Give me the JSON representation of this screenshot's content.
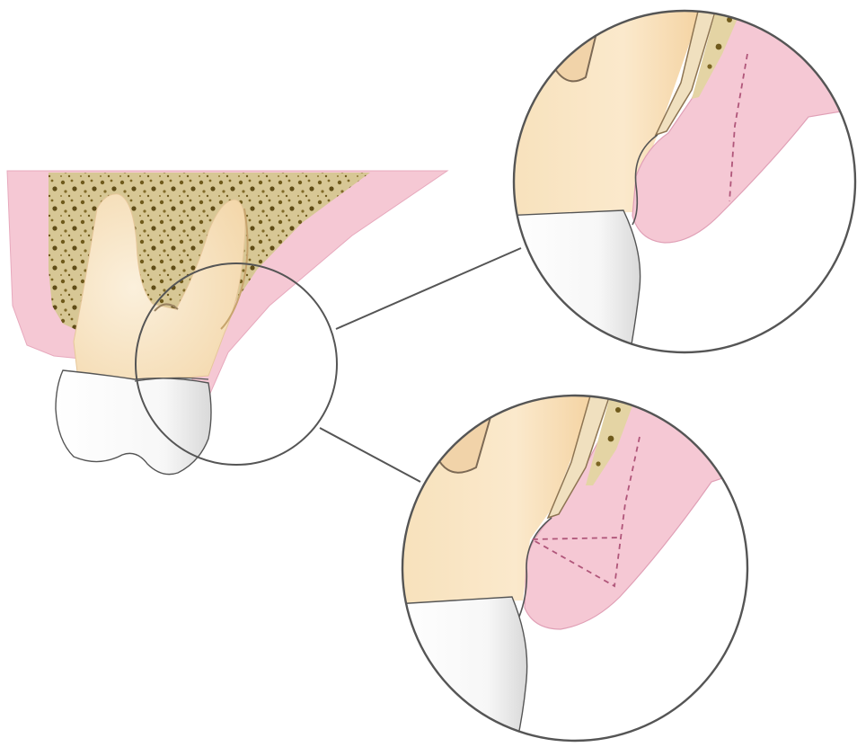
{
  "figure": {
    "panels": [
      "overview",
      "detail-upper",
      "detail-lower"
    ],
    "colors": {
      "gingiva": "#f5c8d4",
      "gingiva_edge": "#e7a9bd",
      "bone": "#c9b98a",
      "bone_speckle": "#6f5a1c",
      "dentin": "#f7e2be",
      "dentin_light": "#fbf0dc",
      "enamel": "#ffffff",
      "outline": "#555555",
      "incision": "#b0567a"
    }
  }
}
